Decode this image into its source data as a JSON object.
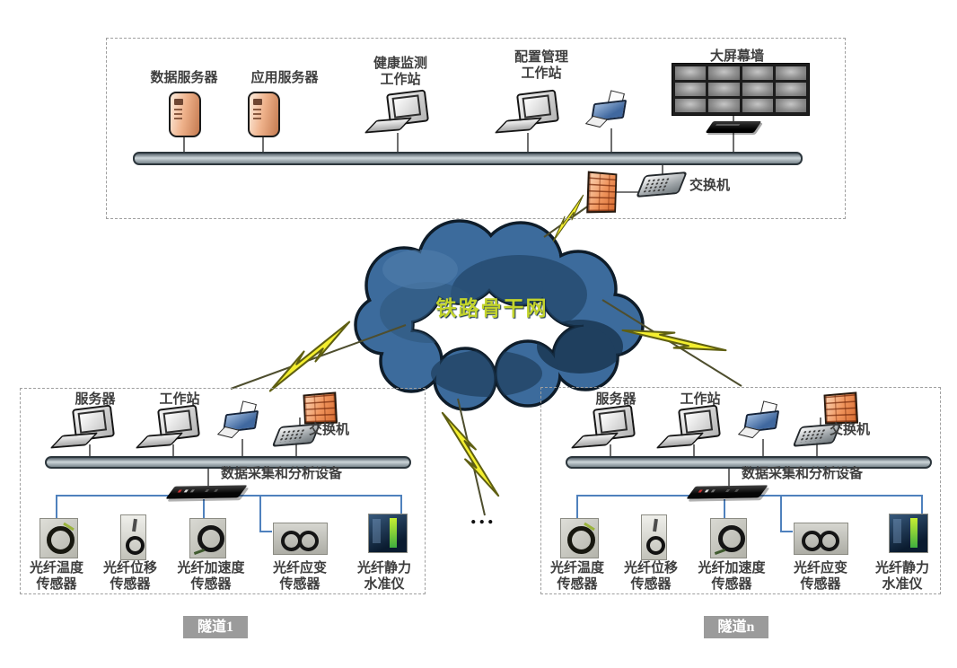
{
  "control_center": {
    "data_server_label": "数据服务器",
    "app_server_label": "应用服务器",
    "health_workstation_label": "健康监测\n工作站",
    "config_workstation_label": "配置管理\n工作站",
    "video_wall_label": "大屏幕墙",
    "switch_label": "交换机"
  },
  "cloud": {
    "label": "铁路骨干网",
    "fill_color": "#3c6b9c",
    "label_color": "#c3d42c"
  },
  "ellipsis_label": "...",
  "tunnels": [
    {
      "name": "隧道1",
      "server_label": "服务器",
      "workstation_label": "工作站",
      "switch_label": "交换机",
      "daq_label": "数据采集和分析设备",
      "sensors": [
        "光纤温度\n传感器",
        "光纤位移\n传感器",
        "光纤加速度\n传感器",
        "光纤应变\n传感器",
        "光纤静力\n水准仪"
      ]
    },
    {
      "name": "隧道n",
      "server_label": "服务器",
      "workstation_label": "工作站",
      "switch_label": "交换机",
      "daq_label": "数据采集和分析设备",
      "sensors": [
        "光纤温度\n传感器",
        "光纤位移\n传感器",
        "光纤加速度\n传感器",
        "光纤应变\n传感器",
        "光纤静力\n水准仪"
      ]
    }
  ],
  "colors": {
    "sensor_link": "#4f81bd",
    "lightning": "#f4ef2f",
    "bus": "#9aa4aa"
  }
}
